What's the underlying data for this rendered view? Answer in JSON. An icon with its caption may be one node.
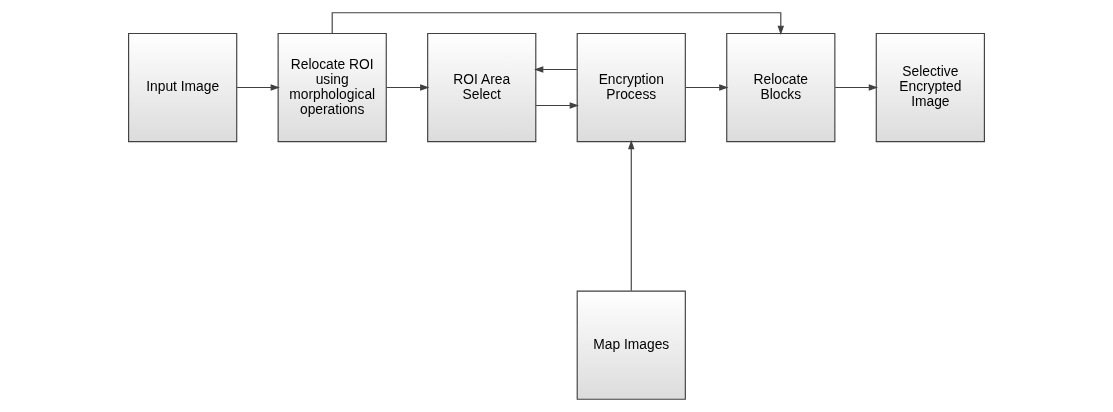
{
  "diagram": {
    "nodes": [
      {
        "text": [
          "Input Image"
        ]
      },
      {
        "text": [
          "Relocate ROI using morphological operations"
        ]
      },
      {
        "text": [
          "ROI Area Select"
        ]
      },
      {
        "text": [
          "Encryption Process"
        ]
      },
      {
        "text": [
          "Relocate Blocks"
        ]
      },
      {
        "text": [
          "Selective Encrypted Image"
        ]
      },
      {
        "text": [
          "Map Images"
        ]
      }
    ],
    "edges": [
      {
        "from": 0,
        "to": 1,
        "arrow": "to"
      },
      {
        "from": 1,
        "to": 2,
        "arrow": "to"
      },
      {
        "from": 2,
        "to": 3,
        "arrow": "to"
      },
      {
        "from": 3,
        "to": 4,
        "arrow": "to"
      },
      {
        "from": 4,
        "to": 5,
        "arrow": "to"
      },
      {
        "from": 1,
        "to": 4,
        "arrow": "to"
      },
      {
        "from": 3,
        "to": 2,
        "arrow": "to"
      },
      {
        "from": 6,
        "to": 3,
        "arrow": "to"
      }
    ]
  }
}
